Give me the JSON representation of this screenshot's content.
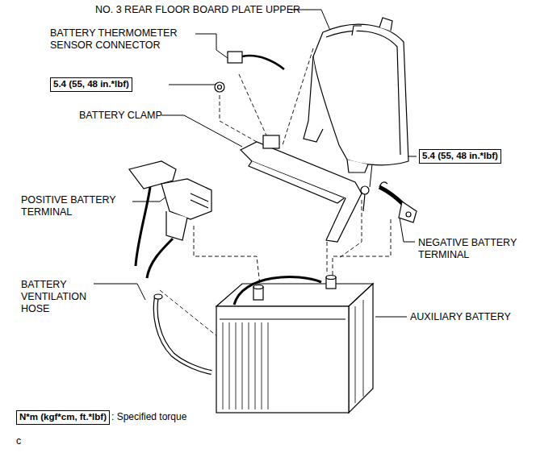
{
  "diagram": {
    "nodes": [
      {
        "text": [
          "5.4 (55, 48 in.*lbf)"
        ]
      },
      {
        "text": [
          "5.4 (55, 48 in.*lbf)"
        ]
      },
      {
        "text": [
          "N*m (kgf*cm, ft.*lbf)",
          ": Specified torque"
        ]
      }
    ],
    "edges": [],
    "labels": [
      "NO. 3 REAR FLOOR BOARD PLATE UPPER",
      "BATTERY THERMOMETER SENSOR CONNECTOR",
      "BATTERY CLAMP",
      "POSITIVE BATTERY TERMINAL",
      "NEGATIVE BATTERY TERMINAL",
      "BATTERY VENTILATION HOSE",
      "AUXILIARY BATTERY",
      "c"
    ]
  }
}
